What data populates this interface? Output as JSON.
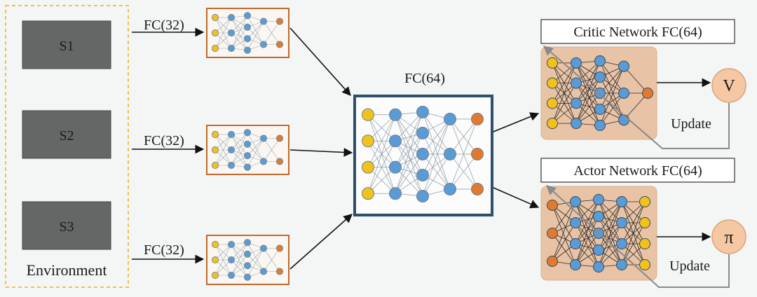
{
  "environment": {
    "label": "Environment",
    "states": [
      "S1",
      "S2",
      "S3"
    ]
  },
  "encoders": {
    "label": "FC(32)"
  },
  "shared": {
    "label": "FC(64)"
  },
  "critic": {
    "title": "Critic Network FC(64)",
    "output": "V",
    "update": "Update"
  },
  "actor": {
    "title": "Actor Network FC(64)",
    "output": "π",
    "update": "Update"
  },
  "colors": {
    "background": "#f3f6f4",
    "state_box": "#646765",
    "env_border": "#f2c14e",
    "encoder_border": "#c0692d",
    "shared_border": "#2f4f6f",
    "head_panel": "#e8c3a6",
    "node_yellow": "#f2c21b",
    "node_blue": "#5b9bd5",
    "node_orange": "#e07a2e",
    "output_circle": "#f5c7a2"
  }
}
